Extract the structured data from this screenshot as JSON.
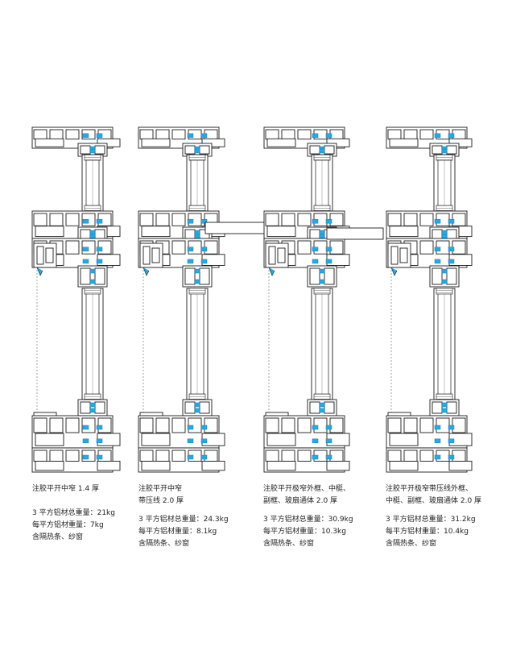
{
  "colors": {
    "line": "#1a1a1a",
    "thermal_break": "#29a8e0",
    "hatch": "#555555",
    "background": "#ffffff"
  },
  "columns": [
    {
      "id": "col1",
      "variant": "standard",
      "title_lines": [
        "注胶平开中窄 1.4 厚"
      ],
      "stats": [
        "3 平方铝材总重量：21kg",
        "每平方铝材重量：7kg",
        "含隔热条、纱窗"
      ]
    },
    {
      "id": "col2",
      "variant": "standard",
      "title_lines": [
        "注胶平开中窄",
        "带压线 2.0 厚"
      ],
      "stats": [
        "3 平方铝材总重量：24.3kg",
        "每平方铝材重量：8.1kg",
        "含隔热条、纱窗"
      ]
    },
    {
      "id": "col3",
      "variant": "extra-narrow",
      "title_lines": [
        "注胶平开极窄外框、中梃、",
        "副框、玻扇通体 2.0 厚"
      ],
      "stats": [
        "3 平方铝材总重量：30.9kg",
        "每平方铝材重量：10.3kg",
        "含隔热条、纱窗"
      ]
    },
    {
      "id": "col4",
      "variant": "extra-narrow",
      "title_lines": [
        "注胶平开极窄带压线外框、",
        "中梃、副框、玻扇通体 2.0 厚"
      ],
      "stats": [
        "3 平方铝材总重量：31.2kg",
        "每平方铝材重量：10.4kg",
        "含隔热条、纱窗"
      ]
    }
  ]
}
